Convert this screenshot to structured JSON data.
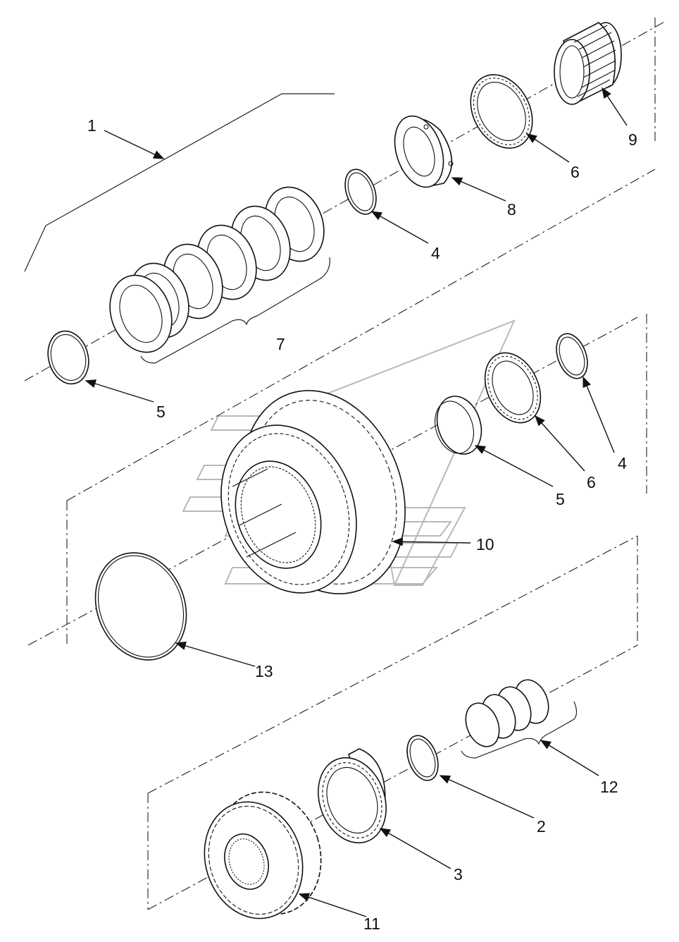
{
  "diagram": {
    "callouts": [
      {
        "id": "c1",
        "label": "1"
      },
      {
        "id": "c9",
        "label": "9"
      },
      {
        "id": "c6a",
        "label": "6"
      },
      {
        "id": "c8",
        "label": "8"
      },
      {
        "id": "c4a",
        "label": "4"
      },
      {
        "id": "c7",
        "label": "7"
      },
      {
        "id": "c5a",
        "label": "5"
      },
      {
        "id": "c4b",
        "label": "4"
      },
      {
        "id": "c6b",
        "label": "6"
      },
      {
        "id": "c5b",
        "label": "5"
      },
      {
        "id": "c10",
        "label": "10"
      },
      {
        "id": "c13",
        "label": "13"
      },
      {
        "id": "c12",
        "label": "12"
      },
      {
        "id": "c2",
        "label": "2"
      },
      {
        "id": "c3",
        "label": "3"
      },
      {
        "id": "c11",
        "label": "11"
      }
    ],
    "line_color": "#111111",
    "watermark_color": "#b8b8b8"
  }
}
